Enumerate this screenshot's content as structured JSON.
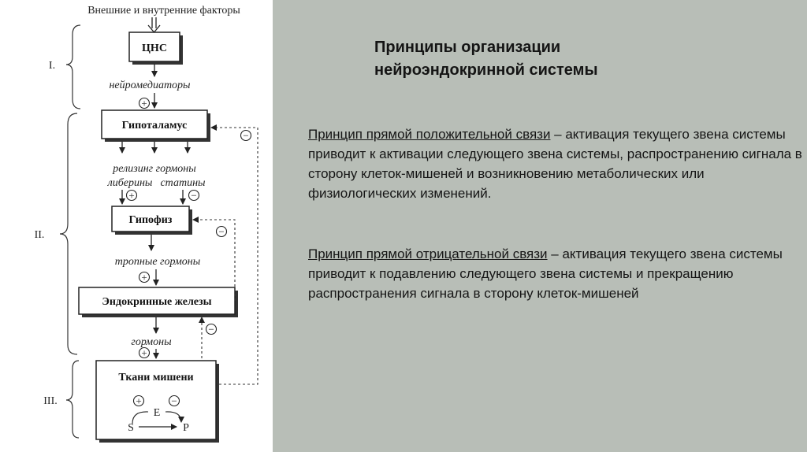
{
  "diagram": {
    "top_caption": "Внешние и внутренние факторы",
    "boxes": {
      "cns": "ЦНС",
      "hypothalamus": "Гипоталамус",
      "pituitary": "Гипофиз",
      "endocrine_glands": "Эндокринные железы",
      "target_tissues": "Ткани мишени"
    },
    "labels": {
      "neuromediators": "нейромедиаторы",
      "releasing_hormones": "релизинг гормоны",
      "liberins": "либерины",
      "statins": "статины",
      "tropic_hormones": "тропные гормоны",
      "hormones": "гормоны"
    },
    "levels": [
      "I.",
      "II.",
      "III."
    ],
    "signs": {
      "plus": "+",
      "minus": "−"
    },
    "reaction": {
      "substrate": "S",
      "enzyme": "E",
      "product": "P"
    }
  },
  "title": {
    "line1": "Принципы организации",
    "line2": "нейроэндокринной системы"
  },
  "principles": [
    {
      "name": "Принцип прямой положительной связи",
      "text": " – активация текущего звена системы приводит к активации следующего звена системы, распространению сигнала в сторону клеток-мишеней и возникновению метаболических или физиологических изменений."
    },
    {
      "name": "Принцип прямой отрицательной связи",
      "text": " – активация текущего звена системы приводит к подавлению следующего звена системы и прекращению распространения сигнала в сторону клеток-мишеней"
    }
  ],
  "colors": {
    "panel": "#b8beb7",
    "text": "#151515"
  }
}
